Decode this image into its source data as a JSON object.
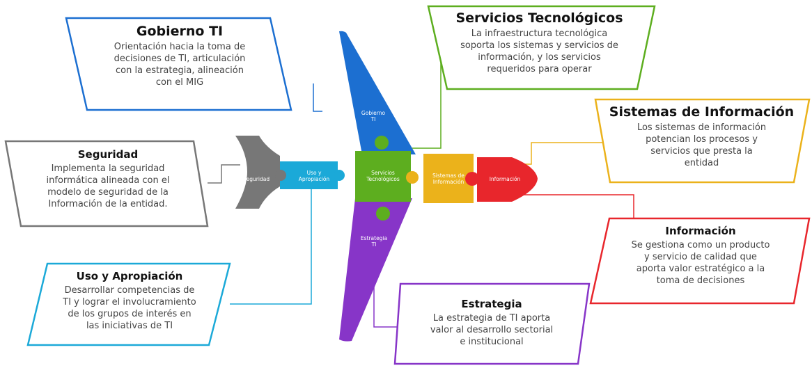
{
  "colors": {
    "gobierno": "#1c6fd1",
    "servicios": "#5dae1f",
    "sistemas": "#ebb21b",
    "informacion": "#e8262c",
    "seguridad": "#777777",
    "uso": "#1ba9d8",
    "estrategia": "#8735c8"
  },
  "boxes": {
    "gobierno": {
      "title": "Gobierno TI",
      "lines": [
        "Orientación hacia la toma de",
        "decisiones de TI, articulación",
        "con la estrategia, alineación",
        "con el MIG"
      ]
    },
    "servicios": {
      "title": "Servicios Tecnológicos",
      "lines": [
        "La infraestructura tecnológica",
        "soporta los sistemas y servicios de",
        "información, y los servicios",
        "requeridos para operar"
      ]
    },
    "sistemas": {
      "title": "Sistemas de Información",
      "lines": [
        "Los sistemas de información",
        "potencian los procesos y",
        "servicios que presta la",
        "entidad"
      ]
    },
    "seguridad": {
      "title": "Seguridad",
      "lines": [
        "Implementa la seguridad",
        "informática alineada con el",
        "modelo de seguridad de la",
        "Información de la entidad."
      ]
    },
    "informacion": {
      "title": "Información",
      "lines": [
        "Se gestiona como un producto",
        "y servicio de calidad que",
        "aporta valor estratégico a la",
        "toma de decisiones"
      ]
    },
    "uso": {
      "title": "Uso y Apropiación",
      "lines": [
        "Desarrollar competencias de",
        "TI y lograr el involucramiento",
        "de los grupos de interés en",
        "las iniciativas de TI"
      ]
    },
    "estrategia": {
      "title": "Estrategia",
      "lines": [
        "La estrategia de TI aporta",
        "valor al desarrollo sectorial",
        "e institucional"
      ]
    }
  },
  "pieces": {
    "gobierno": [
      "Gobierno",
      "TI"
    ],
    "servicios": [
      "Servicios",
      "Tecnológicos"
    ],
    "sistemas": [
      "Sistemas de",
      "Información"
    ],
    "informacion": [
      "Información"
    ],
    "seguridad": [
      "Seguridad"
    ],
    "uso": [
      "Uso y",
      "Apropiación"
    ],
    "estrategia": [
      "Estrategia",
      "TI"
    ]
  }
}
